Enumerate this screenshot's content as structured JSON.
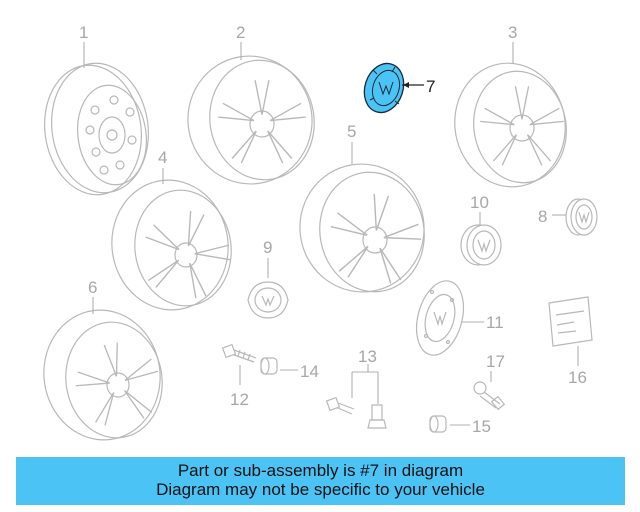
{
  "highlight_color": "#4cc3f5",
  "diagram": {
    "parts": [
      {
        "number": "1",
        "name": "steel-wheel"
      },
      {
        "number": "2",
        "name": "alloy-wheel"
      },
      {
        "number": "3",
        "name": "alloy-wheel"
      },
      {
        "number": "4",
        "name": "alloy-wheel"
      },
      {
        "number": "5",
        "name": "alloy-wheel"
      },
      {
        "number": "6",
        "name": "alloy-wheel"
      },
      {
        "number": "7",
        "name": "center-cap",
        "highlighted": true
      },
      {
        "number": "8",
        "name": "center-cap"
      },
      {
        "number": "9",
        "name": "center-cap"
      },
      {
        "number": "10",
        "name": "center-cap"
      },
      {
        "number": "11",
        "name": "hub-cap"
      },
      {
        "number": "12",
        "name": "wheel-bolt"
      },
      {
        "number": "13",
        "name": "wheel-bolt-set"
      },
      {
        "number": "14",
        "name": "bolt-cap"
      },
      {
        "number": "15",
        "name": "bolt-cap"
      },
      {
        "number": "16",
        "name": "label"
      },
      {
        "number": "17",
        "name": "valve"
      }
    ]
  },
  "banner": {
    "line1": "Part or sub-assembly is #7 in diagram",
    "line2": "Diagram may not be specific to your vehicle"
  }
}
